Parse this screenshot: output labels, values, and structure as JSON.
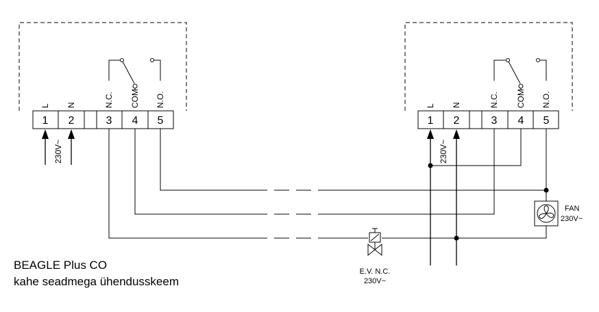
{
  "left_device": {
    "terminals": [
      "1",
      "2",
      "3",
      "4",
      "5"
    ],
    "terminal_labels": {
      "t1": "L",
      "t2": "N",
      "t3": "N.C.",
      "t4": "COM",
      "t5": "N.O."
    },
    "supply_label": "230V~"
  },
  "right_device": {
    "terminals": [
      "1",
      "2",
      "3",
      "4",
      "5"
    ],
    "terminal_labels": {
      "t1": "L",
      "t2": "N",
      "t3": "N.C.",
      "t4": "COM",
      "t5": "N.O."
    },
    "supply_label": "230V~"
  },
  "fan": {
    "label": "FAN",
    "voltage": "230V~"
  },
  "valve": {
    "label": "E.V. N.C.",
    "voltage": "230V~"
  },
  "caption": {
    "title": "BEAGLE Plus CO",
    "subtitle": "kahe seadmega ühendusskeem"
  }
}
